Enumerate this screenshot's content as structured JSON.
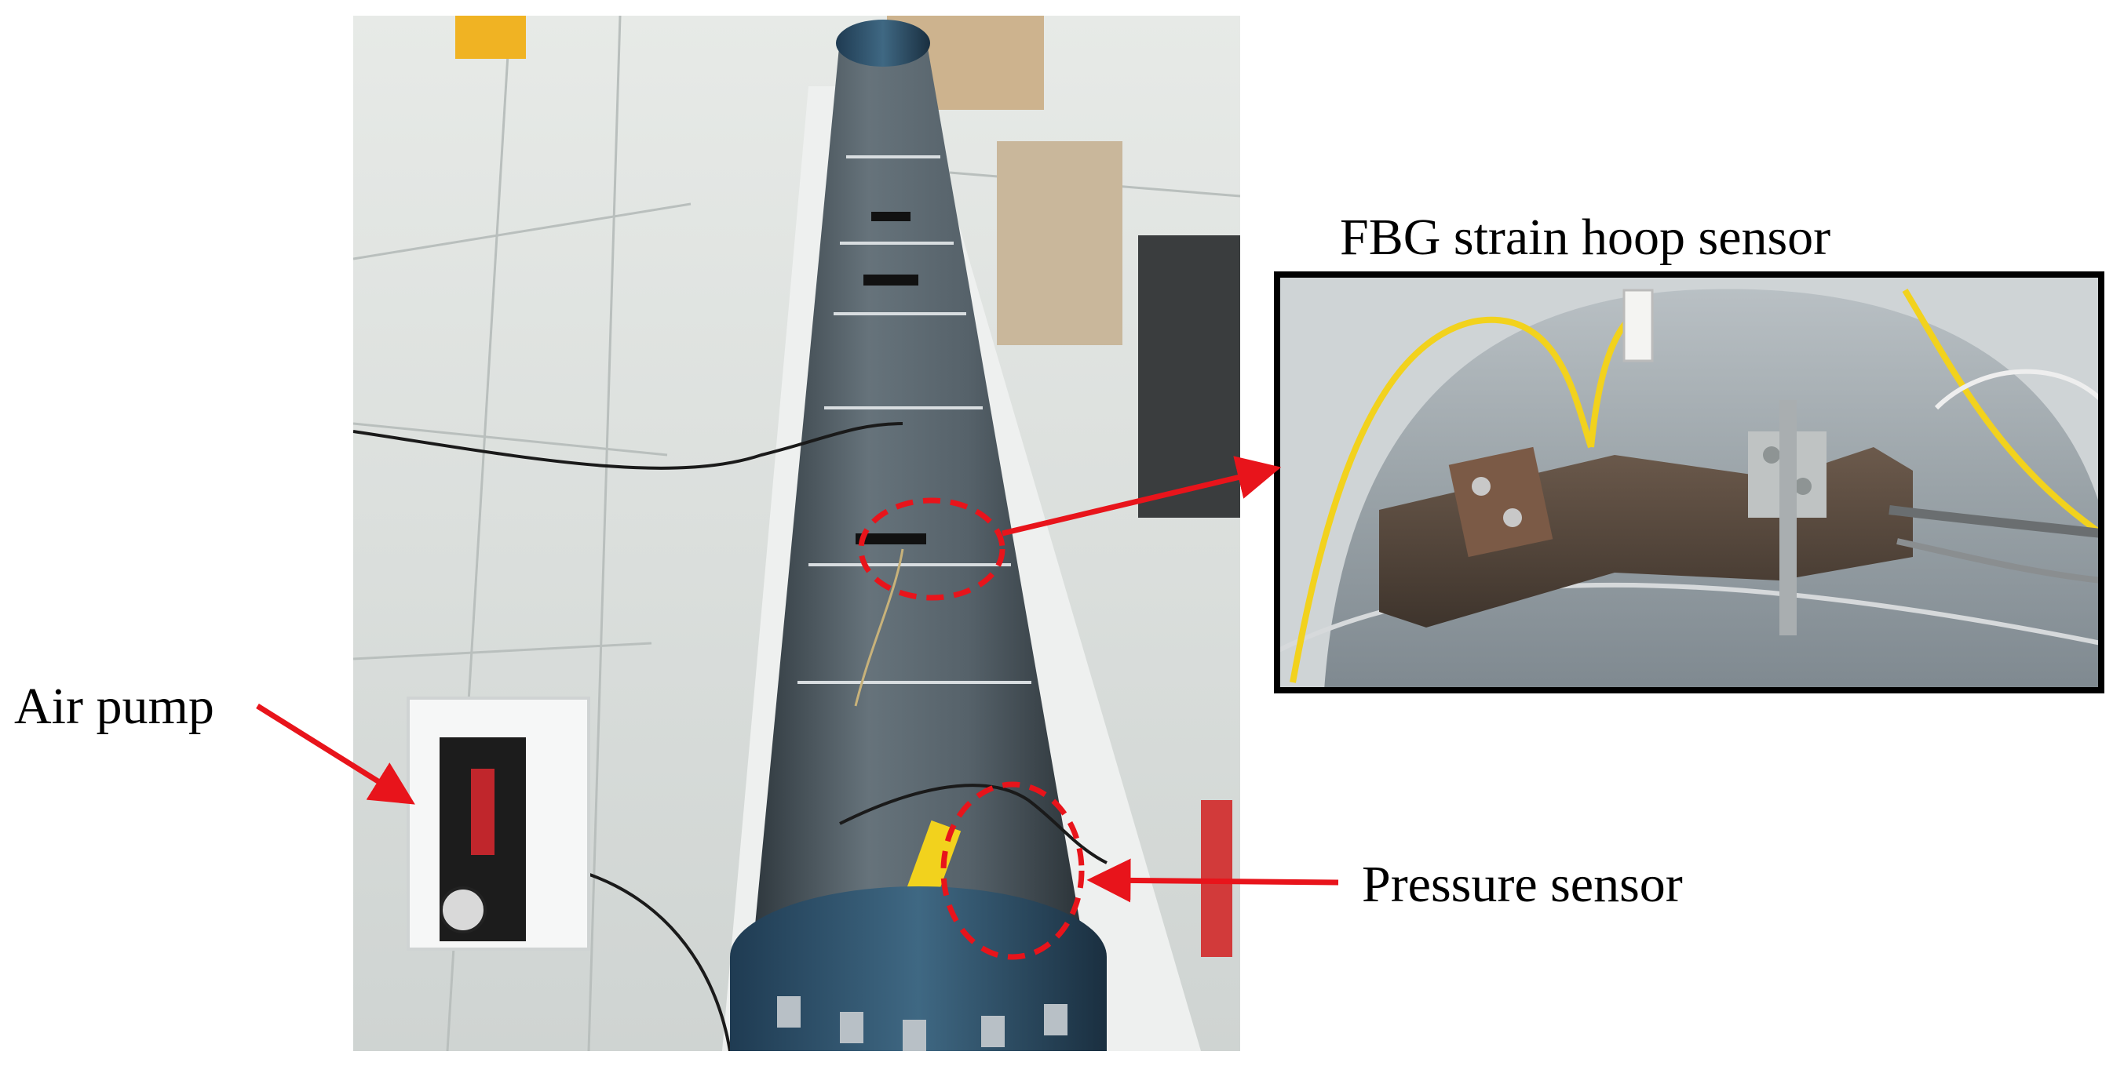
{
  "labels": {
    "fbg_sensor": "FBG strain hoop sensor",
    "air_pump": "Air pump",
    "pressure_sensor": "Pressure sensor"
  },
  "colors": {
    "annotation": "#e8141b",
    "pipe": "#4d5a63",
    "floor": "#dfe3e1",
    "cable_yellow": "#f2d21d"
  }
}
